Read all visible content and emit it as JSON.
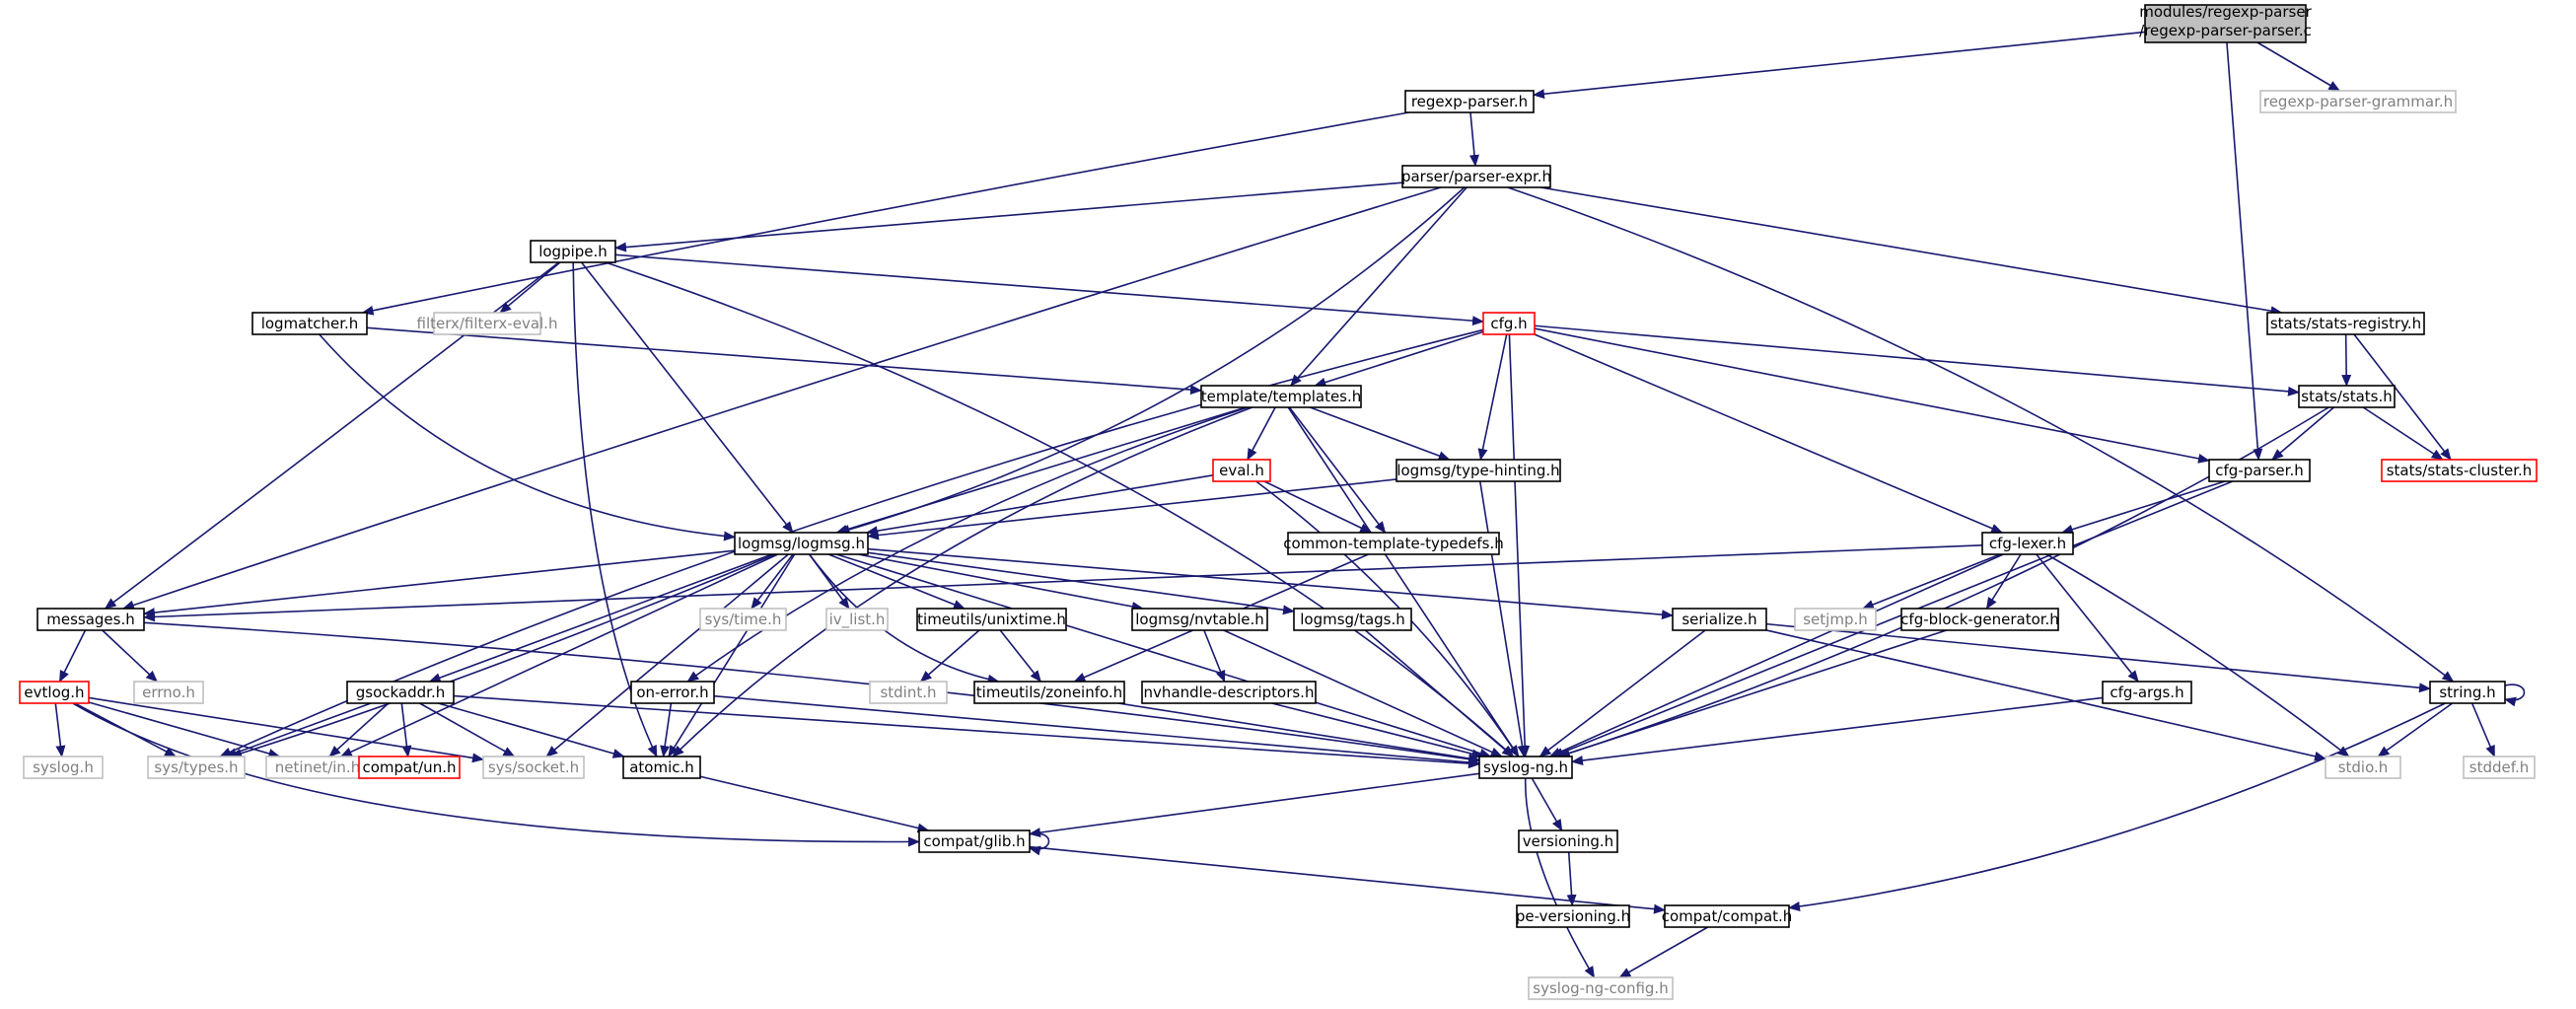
{
  "colors": {
    "edge": "#191970",
    "border_normal": "#000000",
    "border_external": "#bfbfbf",
    "border_truncated": "#ff0000",
    "fill_root": "#bfbfbf",
    "fill_default": "#ffffff",
    "text_default": "#000000",
    "text_external": "#808080"
  },
  "nodes": [
    {
      "id": "root",
      "line1": "modules/regexp-parser",
      "line2": "/regexp-parser-parser.c",
      "style": "root"
    },
    {
      "id": "regexp_parser_h",
      "label": "regexp-parser.h",
      "style": "normal"
    },
    {
      "id": "grammar_h",
      "label": "regexp-parser-grammar.h",
      "style": "external"
    },
    {
      "id": "parser_expr_h",
      "label": "parser/parser-expr.h",
      "style": "normal"
    },
    {
      "id": "logpipe_h",
      "label": "logpipe.h",
      "style": "normal"
    },
    {
      "id": "logmatcher_h",
      "label": "logmatcher.h",
      "style": "normal"
    },
    {
      "id": "filterx_eval_h",
      "label": "filterx/filterx-eval.h",
      "style": "external"
    },
    {
      "id": "cfg_h",
      "label": "cfg.h",
      "style": "truncated"
    },
    {
      "id": "stats_registry_h",
      "label": "stats/stats-registry.h",
      "style": "normal"
    },
    {
      "id": "templates_h",
      "label": "template/templates.h",
      "style": "normal"
    },
    {
      "id": "stats_h",
      "label": "stats/stats.h",
      "style": "normal"
    },
    {
      "id": "eval_h",
      "label": "eval.h",
      "style": "truncated"
    },
    {
      "id": "type_hinting_h",
      "label": "logmsg/type-hinting.h",
      "style": "normal"
    },
    {
      "id": "cfg_parser_h",
      "label": "cfg-parser.h",
      "style": "normal"
    },
    {
      "id": "stats_cluster_h",
      "label": "stats/stats-cluster.h",
      "style": "truncated"
    },
    {
      "id": "logmsg_h",
      "label": "logmsg/logmsg.h",
      "style": "normal"
    },
    {
      "id": "ctd_h",
      "label": "common-template-typedefs.h",
      "style": "normal"
    },
    {
      "id": "cfg_lexer_h",
      "label": "cfg-lexer.h",
      "style": "normal"
    },
    {
      "id": "messages_h",
      "label": "messages.h",
      "style": "normal"
    },
    {
      "id": "sys_time_h",
      "label": "sys/time.h",
      "style": "external"
    },
    {
      "id": "iv_list_h",
      "label": "iv_list.h",
      "style": "external"
    },
    {
      "id": "unixtime_h",
      "label": "timeutils/unixtime.h",
      "style": "normal"
    },
    {
      "id": "nvtable_h",
      "label": "logmsg/nvtable.h",
      "style": "normal"
    },
    {
      "id": "tags_h",
      "label": "logmsg/tags.h",
      "style": "normal"
    },
    {
      "id": "serialize_h",
      "label": "serialize.h",
      "style": "normal"
    },
    {
      "id": "setjmp_h",
      "label": "setjmp.h",
      "style": "external"
    },
    {
      "id": "cbg_h",
      "label": "cfg-block-generator.h",
      "style": "normal"
    },
    {
      "id": "errno_h",
      "label": "errno.h",
      "style": "external"
    },
    {
      "id": "evtlog_h",
      "label": "evtlog.h",
      "style": "truncated"
    },
    {
      "id": "gsockaddr_h",
      "label": "gsockaddr.h",
      "style": "normal"
    },
    {
      "id": "on_error_h",
      "label": "on-error.h",
      "style": "normal"
    },
    {
      "id": "stdint_h",
      "label": "stdint.h",
      "style": "external"
    },
    {
      "id": "zoneinfo_h",
      "label": "timeutils/zoneinfo.h",
      "style": "normal"
    },
    {
      "id": "nhd_h",
      "label": "nvhandle-descriptors.h",
      "style": "normal"
    },
    {
      "id": "cfg_args_h",
      "label": "cfg-args.h",
      "style": "normal"
    },
    {
      "id": "string_h",
      "label": "string.h",
      "style": "normal"
    },
    {
      "id": "syslog_h",
      "label": "syslog.h",
      "style": "external"
    },
    {
      "id": "sys_types_h",
      "label": "sys/types.h",
      "style": "external"
    },
    {
      "id": "netinet_in_h",
      "label": "netinet/in.h",
      "style": "external"
    },
    {
      "id": "compat_un_h",
      "label": "compat/un.h",
      "style": "truncated"
    },
    {
      "id": "sys_socket_h",
      "label": "sys/socket.h",
      "style": "external"
    },
    {
      "id": "atomic_h",
      "label": "atomic.h",
      "style": "normal"
    },
    {
      "id": "syslog_ng_h",
      "label": "syslog-ng.h",
      "style": "normal"
    },
    {
      "id": "stdio_h",
      "label": "stdio.h",
      "style": "external"
    },
    {
      "id": "stddef_h",
      "label": "stddef.h",
      "style": "external"
    },
    {
      "id": "compat_glib_h",
      "label": "compat/glib.h",
      "style": "normal"
    },
    {
      "id": "versioning_h",
      "label": "versioning.h",
      "style": "normal"
    },
    {
      "id": "pe_versioning_h",
      "label": "pe-versioning.h",
      "style": "normal"
    },
    {
      "id": "compat_compat_h",
      "label": "compat/compat.h",
      "style": "normal"
    },
    {
      "id": "syslog_ng_config_h",
      "label": "syslog-ng-config.h",
      "style": "external"
    }
  ],
  "edges": [
    [
      "root",
      "regexp_parser_h"
    ],
    [
      "root",
      "grammar_h"
    ],
    [
      "root",
      "cfg_parser_h"
    ],
    [
      "regexp_parser_h",
      "parser_expr_h"
    ],
    [
      "regexp_parser_h",
      "logmatcher_h"
    ],
    [
      "parser_expr_h",
      "logpipe_h"
    ],
    [
      "parser_expr_h",
      "messages_h"
    ],
    [
      "parser_expr_h",
      "templates_h"
    ],
    [
      "parser_expr_h",
      "logmsg_h"
    ],
    [
      "parser_expr_h",
      "stats_registry_h"
    ],
    [
      "parser_expr_h",
      "string_h"
    ],
    [
      "logpipe_h",
      "filterx_eval_h"
    ],
    [
      "logpipe_h",
      "cfg_h"
    ],
    [
      "logpipe_h",
      "logmsg_h"
    ],
    [
      "logpipe_h",
      "messages_h"
    ],
    [
      "logpipe_h",
      "atomic_h"
    ],
    [
      "logpipe_h",
      "syslog_ng_h"
    ],
    [
      "logmatcher_h",
      "templates_h"
    ],
    [
      "logmatcher_h",
      "logmsg_h"
    ],
    [
      "cfg_h",
      "templates_h"
    ],
    [
      "cfg_h",
      "type_hinting_h"
    ],
    [
      "cfg_h",
      "stats_h"
    ],
    [
      "cfg_h",
      "cfg_parser_h"
    ],
    [
      "cfg_h",
      "cfg_lexer_h"
    ],
    [
      "cfg_h",
      "syslog_ng_h"
    ],
    [
      "cfg_h",
      "sys_types_h"
    ],
    [
      "stats_registry_h",
      "stats_h"
    ],
    [
      "stats_registry_h",
      "stats_cluster_h"
    ],
    [
      "stats_h",
      "cfg_parser_h"
    ],
    [
      "stats_h",
      "stats_cluster_h"
    ],
    [
      "stats_h",
      "syslog_ng_h"
    ],
    [
      "templates_h",
      "eval_h"
    ],
    [
      "templates_h",
      "type_hinting_h"
    ],
    [
      "templates_h",
      "ctd_h"
    ],
    [
      "templates_h",
      "logmsg_h"
    ],
    [
      "templates_h",
      "on_error_h"
    ],
    [
      "templates_h",
      "atomic_h"
    ],
    [
      "templates_h",
      "syslog_ng_h"
    ],
    [
      "eval_h",
      "logmsg_h"
    ],
    [
      "eval_h",
      "ctd_h"
    ],
    [
      "eval_h",
      "syslog_ng_h"
    ],
    [
      "type_hinting_h",
      "logmsg_h"
    ],
    [
      "type_hinting_h",
      "syslog_ng_h"
    ],
    [
      "cfg_parser_h",
      "cfg_lexer_h"
    ],
    [
      "cfg_parser_h",
      "syslog_ng_h"
    ],
    [
      "ctd_h",
      "zoneinfo_h"
    ],
    [
      "logmsg_h",
      "messages_h"
    ],
    [
      "logmsg_h",
      "sys_time_h"
    ],
    [
      "logmsg_h",
      "iv_list_h"
    ],
    [
      "logmsg_h",
      "unixtime_h"
    ],
    [
      "logmsg_h",
      "nvtable_h"
    ],
    [
      "logmsg_h",
      "tags_h"
    ],
    [
      "logmsg_h",
      "serialize_h"
    ],
    [
      "logmsg_h",
      "gsockaddr_h"
    ],
    [
      "logmsg_h",
      "sys_types_h"
    ],
    [
      "logmsg_h",
      "netinet_in_h"
    ],
    [
      "logmsg_h",
      "sys_socket_h"
    ],
    [
      "logmsg_h",
      "atomic_h"
    ],
    [
      "logmsg_h",
      "syslog_ng_h"
    ],
    [
      "logmsg_h",
      "zoneinfo_h"
    ],
    [
      "cfg_lexer_h",
      "messages_h"
    ],
    [
      "cfg_lexer_h",
      "setjmp_h"
    ],
    [
      "cfg_lexer_h",
      "cbg_h"
    ],
    [
      "cfg_lexer_h",
      "cfg_args_h"
    ],
    [
      "cfg_lexer_h",
      "stdio_h"
    ],
    [
      "cfg_lexer_h",
      "syslog_ng_h"
    ],
    [
      "messages_h",
      "errno_h"
    ],
    [
      "messages_h",
      "evtlog_h"
    ],
    [
      "messages_h",
      "syslog_ng_h"
    ],
    [
      "unixtime_h",
      "stdint_h"
    ],
    [
      "unixtime_h",
      "zoneinfo_h"
    ],
    [
      "nvtable_h",
      "nhd_h"
    ],
    [
      "nvtable_h",
      "syslog_ng_h"
    ],
    [
      "tags_h",
      "syslog_ng_h"
    ],
    [
      "serialize_h",
      "syslog_ng_h"
    ],
    [
      "serialize_h",
      "string_h"
    ],
    [
      "serialize_h",
      "stdio_h"
    ],
    [
      "cbg_h",
      "syslog_ng_h"
    ],
    [
      "evtlog_h",
      "syslog_h"
    ],
    [
      "evtlog_h",
      "sys_types_h"
    ],
    [
      "evtlog_h",
      "netinet_in_h"
    ],
    [
      "evtlog_h",
      "sys_socket_h"
    ],
    [
      "evtlog_h",
      "compat_glib_h"
    ],
    [
      "gsockaddr_h",
      "sys_types_h"
    ],
    [
      "gsockaddr_h",
      "netinet_in_h"
    ],
    [
      "gsockaddr_h",
      "compat_un_h"
    ],
    [
      "gsockaddr_h",
      "sys_socket_h"
    ],
    [
      "gsockaddr_h",
      "atomic_h"
    ],
    [
      "gsockaddr_h",
      "syslog_ng_h"
    ],
    [
      "on_error_h",
      "atomic_h"
    ],
    [
      "on_error_h",
      "syslog_ng_h"
    ],
    [
      "zoneinfo_h",
      "syslog_ng_h"
    ],
    [
      "nhd_h",
      "syslog_ng_h"
    ],
    [
      "cfg_args_h",
      "syslog_ng_h"
    ],
    [
      "string_h",
      "string_h"
    ],
    [
      "string_h",
      "stdio_h"
    ],
    [
      "string_h",
      "stddef_h"
    ],
    [
      "string_h",
      "compat_compat_h"
    ],
    [
      "atomic_h",
      "compat_glib_h"
    ],
    [
      "syslog_ng_h",
      "compat_glib_h"
    ],
    [
      "syslog_ng_h",
      "versioning_h"
    ],
    [
      "syslog_ng_h",
      "syslog_ng_config_h"
    ],
    [
      "compat_glib_h",
      "compat_glib_h"
    ],
    [
      "compat_glib_h",
      "compat_compat_h"
    ],
    [
      "versioning_h",
      "pe_versioning_h"
    ],
    [
      "compat_compat_h",
      "syslog_ng_config_h"
    ]
  ]
}
